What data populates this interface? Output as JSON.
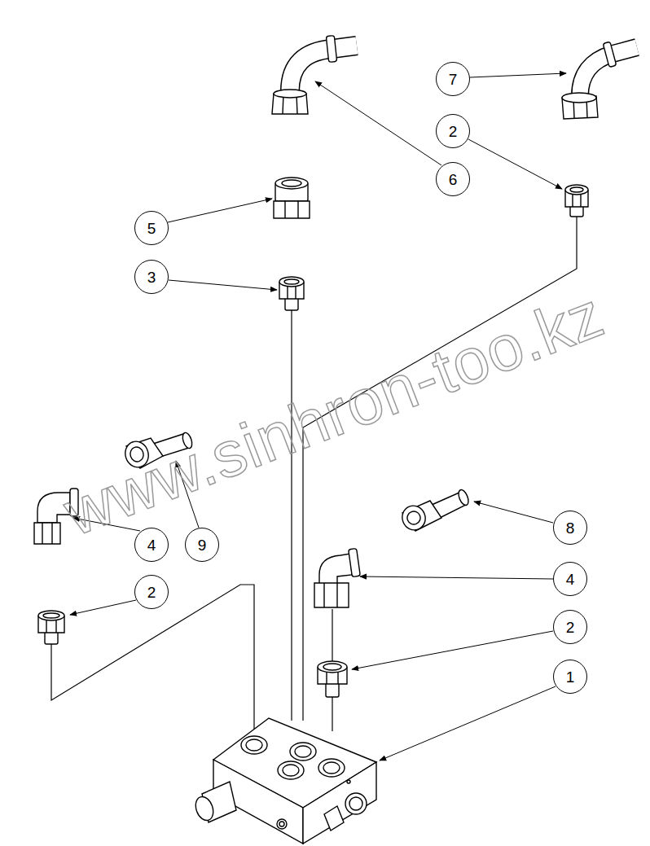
{
  "diagram": {
    "nodes": [
      {
        "text": [
          "7"
        ]
      },
      {
        "text": [
          "2"
        ]
      },
      {
        "text": [
          "6"
        ]
      },
      {
        "text": [
          "5"
        ]
      },
      {
        "text": [
          "3"
        ]
      },
      {
        "text": [
          "8"
        ]
      },
      {
        "text": [
          "4"
        ]
      },
      {
        "text": [
          "9"
        ]
      },
      {
        "text": [
          "4"
        ]
      },
      {
        "text": [
          "2"
        ]
      },
      {
        "text": [
          "2"
        ]
      },
      {
        "text": [
          "1"
        ]
      }
    ],
    "labels": [
      "www.sinhron-too.kz"
    ]
  }
}
